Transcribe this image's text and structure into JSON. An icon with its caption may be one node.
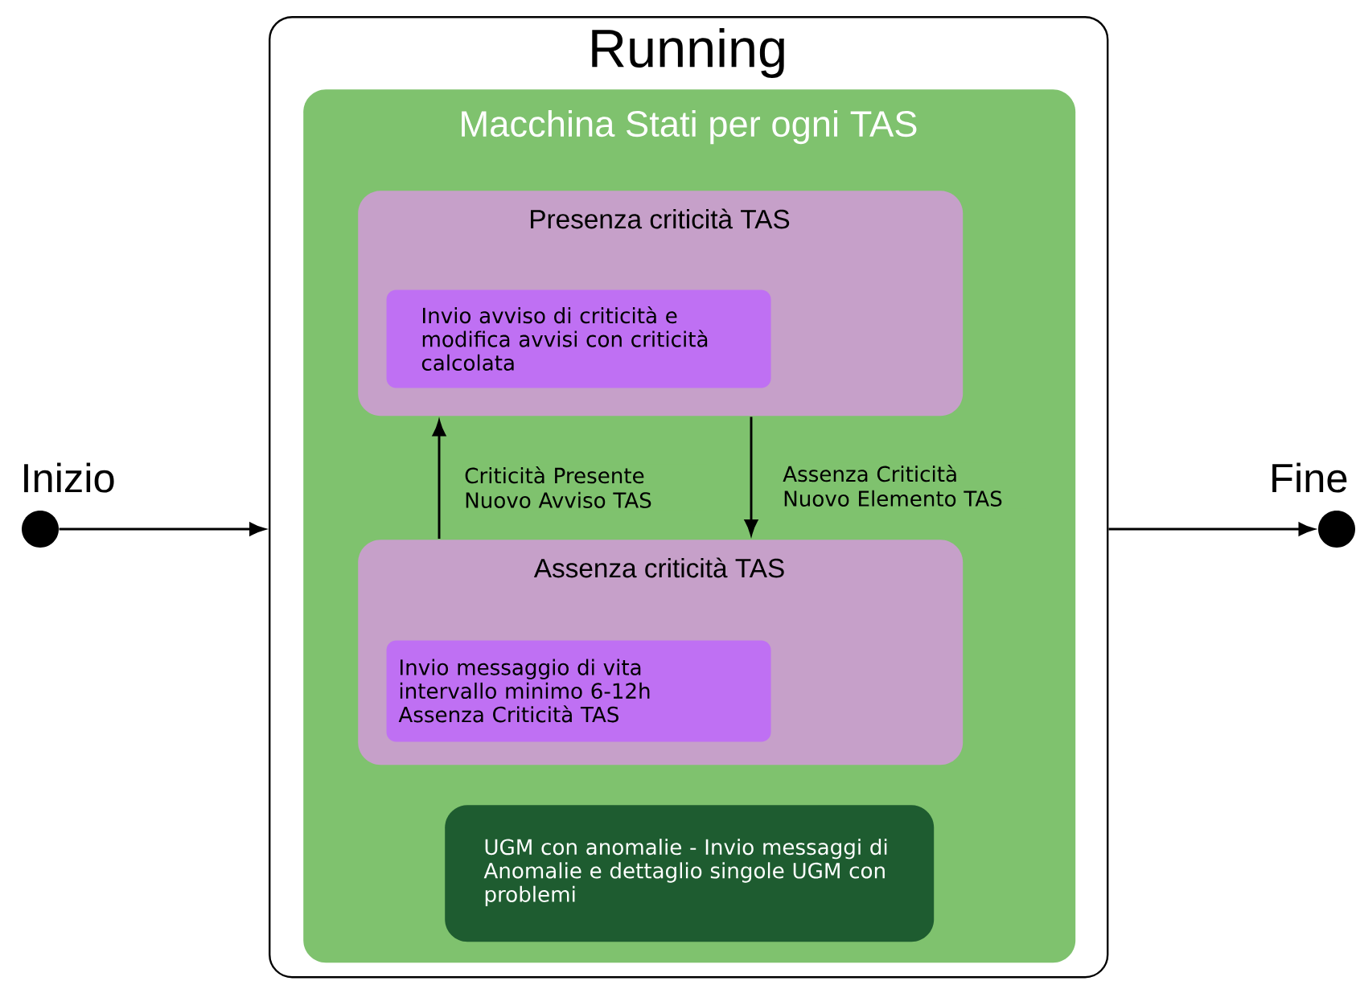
{
  "diagram": {
    "nodes": [
      {
        "text": [
          "Running"
        ]
      },
      {
        "text": [
          "Macchina Stati per ogni TAS"
        ],
        "in": 0
      },
      {
        "text": [
          "Presenza criticità TAS",
          "Invio avviso di criticità e modifica avvisi con criticità calcolata"
        ],
        "in": 1
      },
      {
        "text": [
          "Assenza criticità TAS",
          "Invio messaggio di vita intervallo minimo 6-12h Assenza Criticità TAS"
        ],
        "in": 1
      },
      {
        "text": [
          "UGM con anomalie - Invio messaggi di Anomalie e dettaglio singole UGM con problemi"
        ],
        "in": 1
      },
      {
        "text": [],
        "shape": "circle",
        "beside": [
          "Inizio"
        ]
      },
      {
        "text": [],
        "shape": "circle",
        "beside": [
          "Fine"
        ]
      }
    ],
    "edges": [
      {
        "from": 5,
        "to": 0,
        "arrow": "to"
      },
      {
        "from": 0,
        "to": 6,
        "arrow": "to"
      },
      {
        "from": 3,
        "to": 2,
        "arrow": "to",
        "label": "Criticità Presente Nuovo Avviso TAS"
      },
      {
        "from": 2,
        "to": 3,
        "arrow": "to",
        "label": "Assenza Criticità Nuovo Elemento TAS"
      }
    ]
  }
}
